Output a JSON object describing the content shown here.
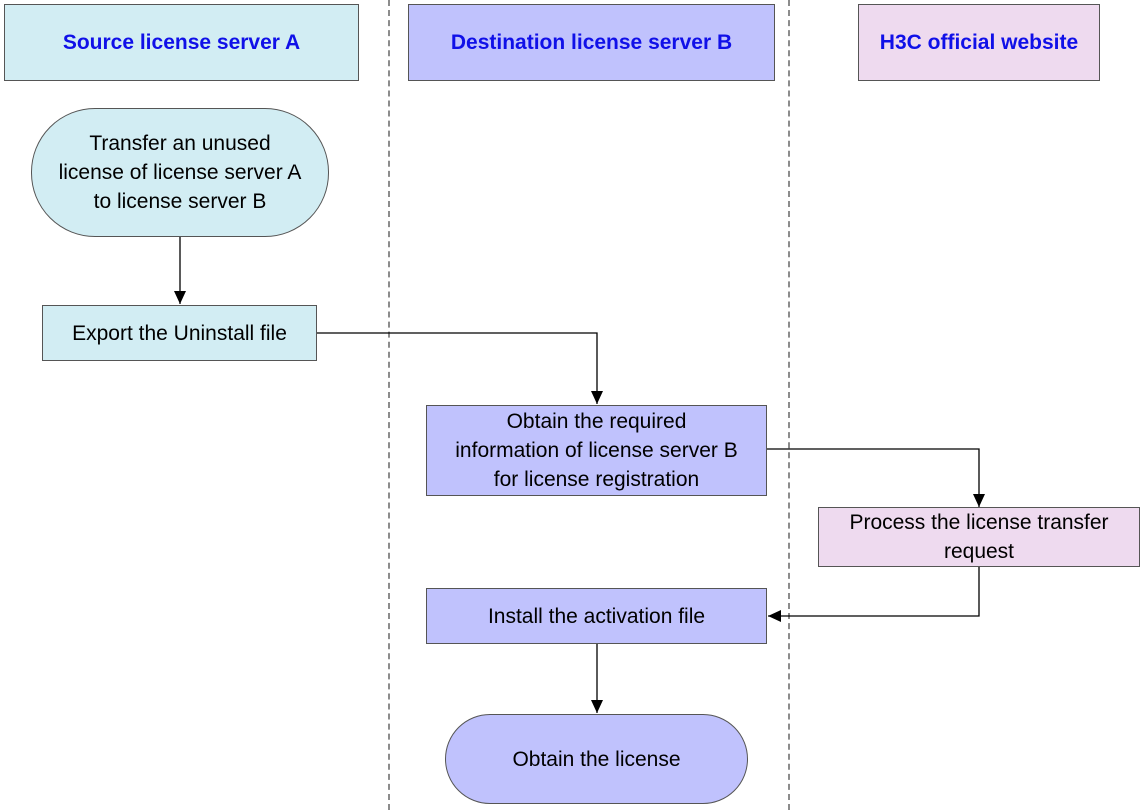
{
  "lanes": {
    "a": "Source license server A",
    "b": "Destination license server B",
    "c": "H3C official website"
  },
  "nodes": {
    "start": "Transfer an unused\nlicense of license server A\nto license server B",
    "export": "Export the Uninstall file",
    "obtain_info": "Obtain the required\ninformation of license server B\nfor license registration",
    "process": "Process the license transfer\nrequest",
    "install": "Install the activation file",
    "end": "Obtain the license"
  },
  "colors": {
    "lane_a_fill": "#d2edf3",
    "lane_b_fill": "#c0c2fd",
    "lane_c_fill": "#eedaef",
    "header_text": "#1010e8"
  }
}
